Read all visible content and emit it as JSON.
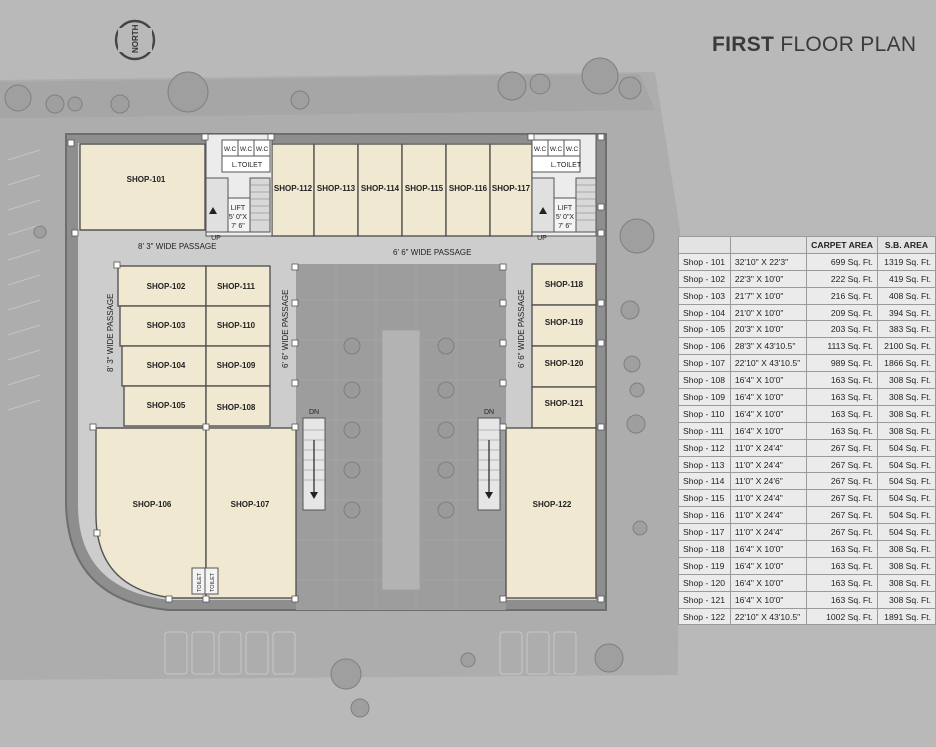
{
  "title": {
    "bold": "FIRST",
    "light": "FLOOR PLAN"
  },
  "north": "NORTH",
  "plan_labels": {
    "shops": [
      "SHOP-101",
      "SHOP-102",
      "SHOP-103",
      "SHOP-104",
      "SHOP-105",
      "SHOP-106",
      "SHOP-107",
      "SHOP-108",
      "SHOP-109",
      "SHOP-110",
      "SHOP-111",
      "SHOP-112",
      "SHOP-113",
      "SHOP-114",
      "SHOP-115",
      "SHOP-116",
      "SHOP-117",
      "SHOP-118",
      "SHOP-119",
      "SHOP-120",
      "SHOP-121",
      "SHOP-122"
    ],
    "wc": "W.C",
    "ltoilet": "L.TOILET",
    "lift": "LIFT",
    "lift_size_1": "5' 0\"X",
    "lift_size_2": "7' 6\"",
    "up": "UP",
    "dn": "DN",
    "toilet": "TOILET",
    "passage_8_3": "8' 3\" WIDE PASSAGE",
    "passage_6_6": "6' 6\" WIDE PASSAGE",
    "passage_v_8_3": "8' 3\" WIDE PASSAGE",
    "passage_v_6_6_left": "6' 6\" WIDE PASSAGE",
    "passage_v_6_6_right": "6' 6\" WIDE PASSAGE"
  },
  "area_table": {
    "headers": [
      "",
      "",
      "CARPET AREA",
      "S.B. AREA"
    ],
    "rows": [
      [
        "Shop - 101",
        "32'10\" X 22'3\"",
        "699 Sq. Ft.",
        "1319 Sq. Ft."
      ],
      [
        "Shop - 102",
        "22'3\" X 10'0\"",
        "222 Sq. Ft.",
        "419 Sq. Ft."
      ],
      [
        "Shop - 103",
        "21'7\" X 10'0\"",
        "216 Sq. Ft.",
        "408 Sq. Ft."
      ],
      [
        "Shop - 104",
        "21'0\" X 10'0\"",
        "209 Sq. Ft.",
        "394 Sq. Ft."
      ],
      [
        "Shop - 105",
        "20'3\" X 10'0\"",
        "203 Sq. Ft.",
        "383 Sq. Ft."
      ],
      [
        "Shop - 106",
        "28'3\" X 43'10.5\"",
        "1113 Sq. Ft.",
        "2100 Sq. Ft."
      ],
      [
        "Shop - 107",
        "22'10\" X 43'10.5\"",
        "989 Sq. Ft.",
        "1866 Sq. Ft."
      ],
      [
        "Shop - 108",
        "16'4\" X 10'0\"",
        "163 Sq. Ft.",
        "308 Sq. Ft."
      ],
      [
        "Shop - 109",
        "16'4\" X 10'0\"",
        "163 Sq. Ft.",
        "308 Sq. Ft."
      ],
      [
        "Shop - 110",
        "16'4\" X 10'0\"",
        "163 Sq. Ft.",
        "308 Sq. Ft."
      ],
      [
        "Shop - 111",
        "16'4\" X 10'0\"",
        "163 Sq. Ft.",
        "308 Sq. Ft."
      ],
      [
        "Shop - 112",
        "11'0\" X 24'4\"",
        "267 Sq. Ft.",
        "504 Sq. Ft."
      ],
      [
        "Shop - 113",
        "11'0\" X 24'4\"",
        "267 Sq. Ft.",
        "504 Sq. Ft."
      ],
      [
        "Shop - 114",
        "11'0\" X 24'6\"",
        "267 Sq. Ft.",
        "504 Sq. Ft."
      ],
      [
        "Shop - 115",
        "11'0\" X 24'4\"",
        "267 Sq. Ft.",
        "504 Sq. Ft."
      ],
      [
        "Shop - 116",
        "11'0\" X 24'4\"",
        "267 Sq. Ft.",
        "504 Sq. Ft."
      ],
      [
        "Shop - 117",
        "11'0\" X 24'4\"",
        "267 Sq. Ft.",
        "504 Sq. Ft."
      ],
      [
        "Shop - 118",
        "16'4\" X 10'0\"",
        "163 Sq. Ft.",
        "308 Sq. Ft."
      ],
      [
        "Shop - 119",
        "16'4\" X 10'0\"",
        "163 Sq. Ft.",
        "308 Sq. Ft."
      ],
      [
        "Shop - 120",
        "16'4\" X 10'0\"",
        "163 Sq. Ft.",
        "308 Sq. Ft."
      ],
      [
        "Shop - 121",
        "16'4\" X 10'0\"",
        "163 Sq. Ft.",
        "308 Sq. Ft."
      ],
      [
        "Shop - 122",
        "22'10\" X 43'10.5\"",
        "1002 Sq. Ft.",
        "1891 Sq. Ft."
      ]
    ]
  }
}
